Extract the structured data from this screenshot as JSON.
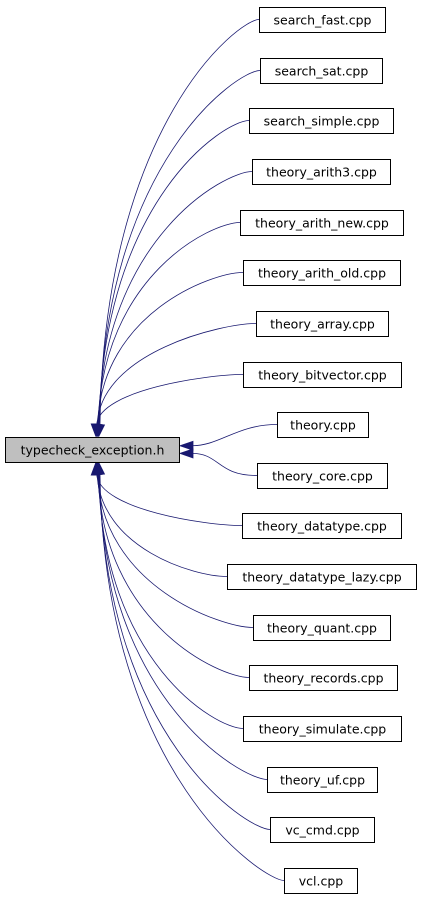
{
  "diagram": {
    "source": {
      "label": "typecheck_exception.h"
    },
    "nodes": [
      {
        "label": "search_fast.cpp"
      },
      {
        "label": "search_sat.cpp"
      },
      {
        "label": "search_simple.cpp"
      },
      {
        "label": "theory_arith3.cpp"
      },
      {
        "label": "theory_arith_new.cpp"
      },
      {
        "label": "theory_arith_old.cpp"
      },
      {
        "label": "theory_array.cpp"
      },
      {
        "label": "theory_bitvector.cpp"
      },
      {
        "label": "theory.cpp"
      },
      {
        "label": "theory_core.cpp"
      },
      {
        "label": "theory_datatype.cpp"
      },
      {
        "label": "theory_datatype_lazy.cpp"
      },
      {
        "label": "theory_quant.cpp"
      },
      {
        "label": "theory_records.cpp"
      },
      {
        "label": "theory_simulate.cpp"
      },
      {
        "label": "theory_uf.cpp"
      },
      {
        "label": "vc_cmd.cpp"
      },
      {
        "label": "vcl.cpp"
      }
    ],
    "colors": {
      "edge": "#191970",
      "source_fill": "#bfbfbf",
      "node_fill": "#ffffff",
      "border": "#000000"
    }
  }
}
